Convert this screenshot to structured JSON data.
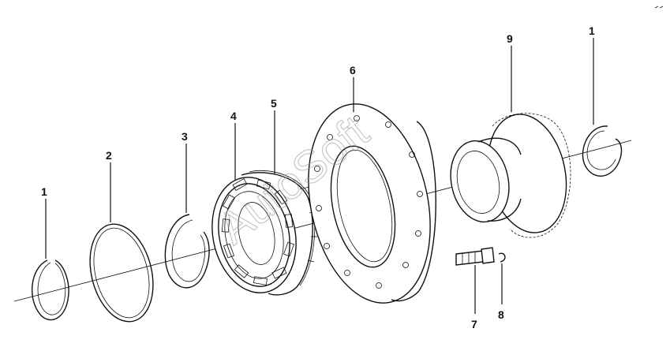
{
  "labels": {
    "ring_left": "1",
    "ring_right": "1",
    "large_ring": "2",
    "snap_ring": "3",
    "bearing": "4",
    "bearing_race": "5",
    "flange": "6",
    "bolt": "7",
    "washer": "8",
    "gear": "9"
  },
  "watermark": "AutoSoft",
  "colors": {
    "line": "#111111",
    "background": "#ffffff",
    "watermark": "#999999"
  }
}
